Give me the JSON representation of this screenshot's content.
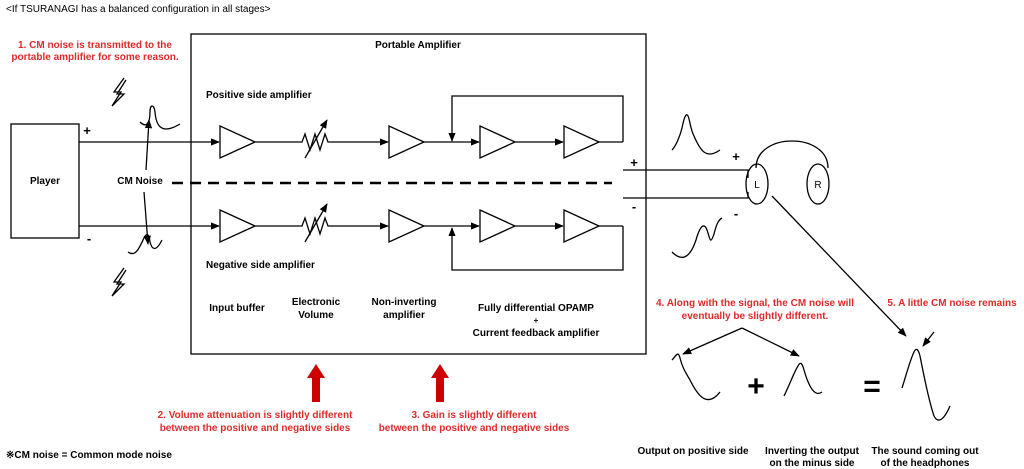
{
  "header": "<If TSURANAGI has a balanced configuration in all stages>",
  "player": "Player",
  "cm_noise_label": "CM Noise",
  "amp_title": "Portable Amplifier",
  "positive_amp": "Positive side amplifier",
  "negative_amp": "Negative side amplifier",
  "stages": {
    "input_buffer": "Input buffer",
    "volume_1": "Electronic",
    "volume_2": "Volume",
    "noninv_1": "Non-inverting",
    "noninv_2": "amplifier",
    "opamp_1": "Fully differential OPAMP",
    "opamp_plus": "+",
    "opamp_2": "Current feedback amplifier"
  },
  "notes": {
    "n1_line1": "1. CM noise is transmitted to the",
    "n1_line2": "portable amplifier for some reason.",
    "n2_line1": "2. Volume attenuation is slightly different",
    "n2_line2": "between the positive and negative sides",
    "n3_line1": "3. Gain is slightly different",
    "n3_line2": "between the positive and negative sides",
    "n4_line1": "4. Along with the signal, the CM noise will",
    "n4_line2": "eventually be slightly different.",
    "n5": "5. A little CM noise remains"
  },
  "signs": {
    "plus": "+",
    "minus": "-"
  },
  "headphone": {
    "left": "L",
    "right": "R"
  },
  "equation": {
    "plus": "+",
    "equals": "="
  },
  "captions": {
    "positive_output": "Output on positive side",
    "inverting_1": "Inverting the output",
    "inverting_2": "on the minus side",
    "sound_1": "The sound coming out",
    "sound_2": "of the headphones"
  },
  "footnote": "※CM noise = Common mode noise",
  "colors": {
    "accent_red": "#e02b2b",
    "arrow_red": "#cc0000"
  }
}
